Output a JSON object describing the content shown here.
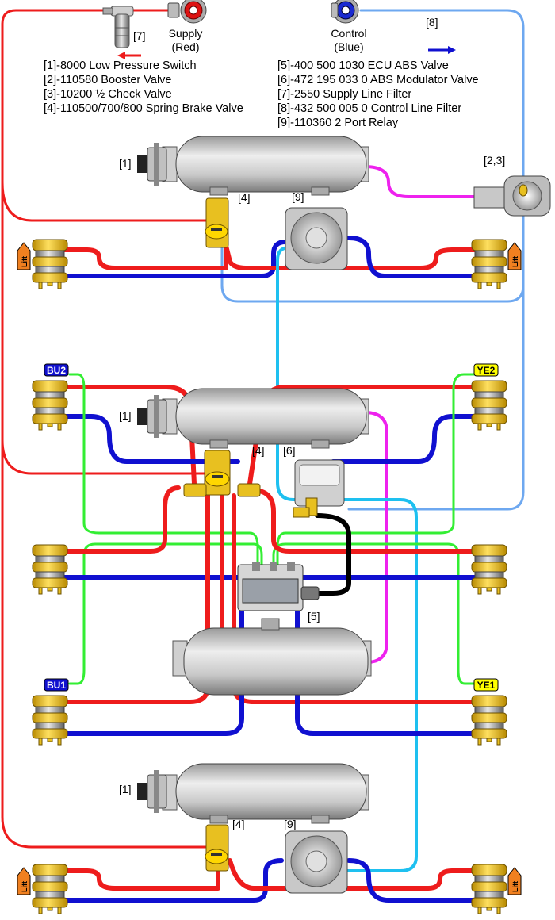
{
  "header": {
    "supply_label": "Supply",
    "supply_sub": "(Red)",
    "control_label": "Control",
    "control_sub": "(Blue)",
    "filter_tag": "[7]",
    "control_filter_tag": "[8]"
  },
  "legend_left": [
    "[1]-8000 Low Pressure Switch",
    "[2]-110580 Booster Valve",
    "[3]-10200 ½ Check Valve",
    "[4]-110500/700/800 Spring Brake Valve"
  ],
  "legend_right": [
    "[5]-400 500 1030 ECU ABS Valve",
    "[6]-472 195 033 0 ABS Modulator Valve",
    "[7]-2550 Supply Line Filter",
    "[8]-432 500 005 0 Control Line Filter",
    "[9]-110360 2 Port Relay"
  ],
  "callouts": {
    "switch": "[1]",
    "booster": "[2,3]",
    "spring_valve": "[4]",
    "relay": "[9]",
    "modulator": "[6]",
    "ecu": "[5]"
  },
  "tags": {
    "bu2": "BU2",
    "ye2": "YE2",
    "bu1": "BU1",
    "ye1": "YE1",
    "lift": "Lift"
  },
  "colors": {
    "supply": "#ee1c1c",
    "control": "#1010d0",
    "delivery_light": "#6ea8f0",
    "sensor": "#1ec0f0",
    "magenta": "#ee22ee",
    "green": "#33ee33",
    "tank": "#c8c8c8",
    "chamber": "#f0c000",
    "tag_blue": "#1010d0",
    "tag_yellow": "#ffff00"
  }
}
